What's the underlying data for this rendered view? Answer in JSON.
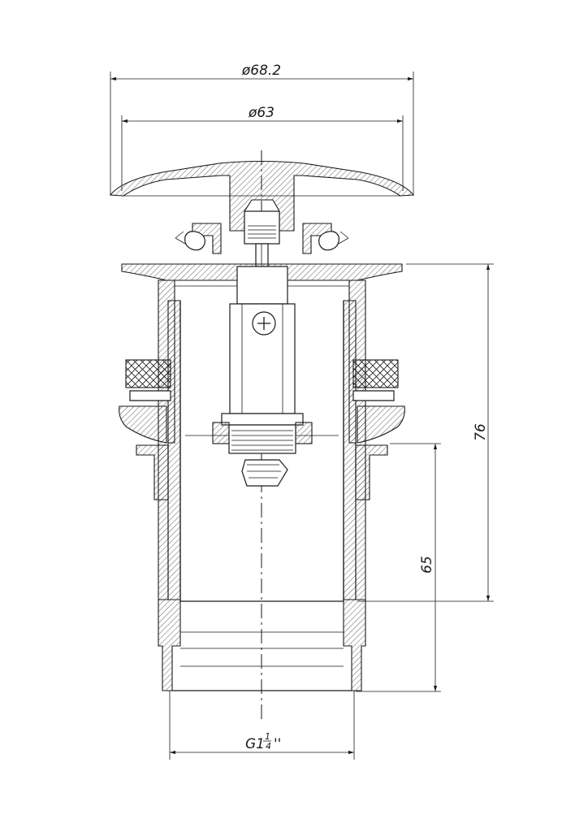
{
  "dimensions": {
    "outer_diameter": "ø68.2",
    "inner_diameter": "ø63",
    "total_height": "76",
    "body_height": "65",
    "thread_prefix": "G1",
    "thread_num": "1",
    "thread_den": "4",
    "thread_suffix": "''"
  },
  "colors": {
    "line": "#1a1a1a",
    "background": "#ffffff"
  }
}
